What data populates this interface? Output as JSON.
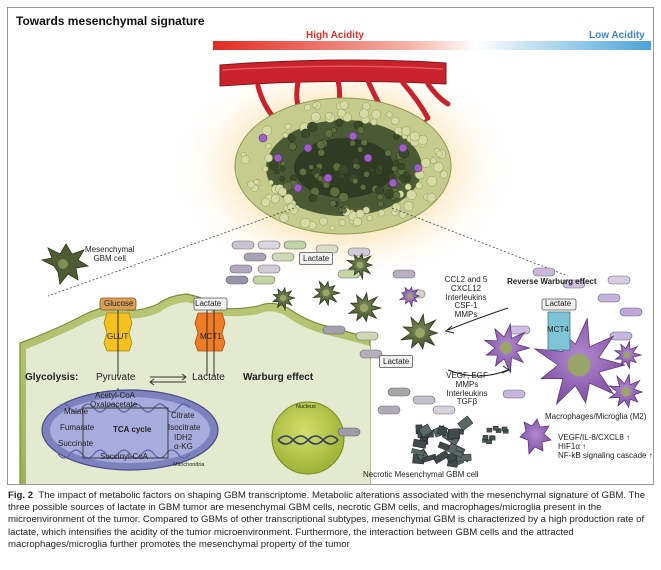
{
  "figure": {
    "title": "Towards mesenchymal signature",
    "acidity_high": "High Acidity",
    "acidity_low": "Low Acidity",
    "mesenchymal_cell": "Mesenchymal\nGBM cell",
    "glucose": "Glucose",
    "glut": "GLUT",
    "lactate_transporter_label": "Lactate",
    "mct1": "MCT1",
    "glycolysis": "Glycolysis:",
    "pyruvate": "Pyruvate",
    "lactate_main": "Lactate",
    "warburg": "Warburg effect",
    "nucleus": "Nucleus",
    "mitochondria": "Mitochondria",
    "tca": {
      "acetyl_coa": "Acetyl-CoA",
      "oxaloacetate": "Oxaloacetate",
      "citrate": "Citrate",
      "isocitrate": "Isocitrate",
      "idh2": "IDH2",
      "akg": "α-KG",
      "succinyl_coa": "Succinyl-CoA",
      "succinate": "Succinate",
      "fumarate": "Fumarate",
      "malate": "Malate",
      "cycle": "TCA cycle"
    },
    "lactate_capsule": "Lactate",
    "lactate_capsule_2": "Lactate",
    "reverse_warburg": "Reverse Warburg effect",
    "lactate_mct4": "Lactate",
    "mct4": "MCT4",
    "cytokines_top": [
      "CCL2 and 5",
      "CXCL12",
      "Interleukins",
      "CSF-1",
      "MMPs"
    ],
    "cytokines_bottom": [
      "VEGF, EGF",
      "MMPs",
      "Interleukins",
      "TGFβ"
    ],
    "macrophages": "Macrophages/Microglia (M2)",
    "necrotic": "Necrotic Mesenchymal GBM cell",
    "signaling": [
      "VEGF/IL-8/CXCL8 ↑",
      "HIF1α ↑",
      "NF-kB signaling cascade ↑"
    ]
  },
  "caption": {
    "label": "Fig. 2",
    "text": "The impact of metabolic factors on shaping GBM transcriptome. Metabolic alterations associated with the mesenchymal signature of GBM. The three possible sources of lactate in GBM tumor are mesenchymal GBM cells, necrotic GBM cells, and macrophages/microglia present in the microenvironment of the tumor. Compared to GBMs of other transcriptional subtypes, mesenchymal GBM is characterized by a high production rate of lactate, which intensifies the acidity of the tumor microenvironment. Furthermore, the interaction between GBM cells and the attracted macrophages/microglia further promotes the mesenchymal property of the tumor"
  },
  "colors": {
    "vessel": "#c8232c",
    "tumor_core": "#3c4a2c",
    "tumor_rim": "#b9c27a",
    "glow": "#f5a623",
    "cell_membrane": "#a7b86a",
    "cell_body": "#dfe6c0",
    "mitochondria": "#7d82bf",
    "nucleus": "#b9c84c",
    "glut": "#f3c220",
    "mct": "#ef7b25",
    "mct4": "#7ec3d6",
    "macrophage": "#8e5fb0"
  }
}
